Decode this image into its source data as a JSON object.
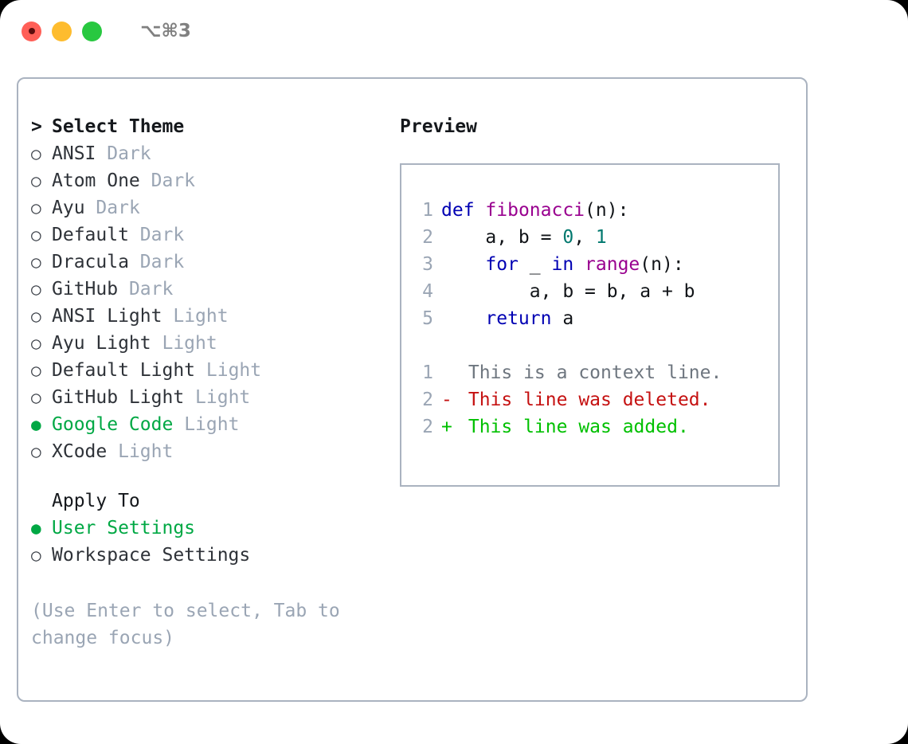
{
  "titlebar": {
    "shortcut": "⌥⌘3",
    "lights": [
      {
        "name": "close",
        "color": "#ff5f57"
      },
      {
        "name": "minimize",
        "color": "#febc2e"
      },
      {
        "name": "maximize",
        "color": "#28c840"
      }
    ]
  },
  "left": {
    "header_marker": ">",
    "header": "Select Theme",
    "themes": [
      {
        "marker": "○",
        "name": "ANSI",
        "kind": "Dark",
        "selected": false
      },
      {
        "marker": "○",
        "name": "Atom One",
        "kind": "Dark",
        "selected": false
      },
      {
        "marker": "○",
        "name": "Ayu",
        "kind": "Dark",
        "selected": false
      },
      {
        "marker": "○",
        "name": "Default",
        "kind": "Dark",
        "selected": false
      },
      {
        "marker": "○",
        "name": "Dracula",
        "kind": "Dark",
        "selected": false
      },
      {
        "marker": "○",
        "name": "GitHub",
        "kind": "Dark",
        "selected": false
      },
      {
        "marker": "○",
        "name": "ANSI Light",
        "kind": "Light",
        "selected": false
      },
      {
        "marker": "○",
        "name": "Ayu Light",
        "kind": "Light",
        "selected": false
      },
      {
        "marker": "○",
        "name": "Default Light",
        "kind": "Light",
        "selected": false
      },
      {
        "marker": "○",
        "name": "GitHub Light",
        "kind": "Light",
        "selected": false
      },
      {
        "marker": "●",
        "name": "Google Code",
        "kind": "Light",
        "selected": true
      },
      {
        "marker": "○",
        "name": "XCode",
        "kind": "Light",
        "selected": false
      }
    ],
    "apply_to": {
      "header": "Apply To",
      "options": [
        {
          "marker": "●",
          "label": "User Settings",
          "selected": true
        },
        {
          "marker": "○",
          "label": "Workspace Settings",
          "selected": false
        }
      ]
    },
    "hint": "(Use Enter to select, Tab to\nchange focus)"
  },
  "right": {
    "preview_title": "Preview",
    "code": [
      {
        "lineno": "1",
        "tokens": [
          {
            "t": "def",
            "c": "kw"
          },
          {
            "t": " ",
            "c": "pl"
          },
          {
            "t": "fibonacci",
            "c": "fn"
          },
          {
            "t": "(n):",
            "c": "pl"
          }
        ]
      },
      {
        "lineno": "2",
        "tokens": [
          {
            "t": "    a, b = ",
            "c": "pl"
          },
          {
            "t": "0",
            "c": "num"
          },
          {
            "t": ", ",
            "c": "pl"
          },
          {
            "t": "1",
            "c": "num"
          }
        ]
      },
      {
        "lineno": "3",
        "tokens": [
          {
            "t": "    ",
            "c": "pl"
          },
          {
            "t": "for",
            "c": "kw"
          },
          {
            "t": " _ ",
            "c": "pl"
          },
          {
            "t": "in",
            "c": "kw"
          },
          {
            "t": " ",
            "c": "pl"
          },
          {
            "t": "range",
            "c": "fn"
          },
          {
            "t": "(n):",
            "c": "pl"
          }
        ]
      },
      {
        "lineno": "4",
        "tokens": [
          {
            "t": "        a, b = b, a + b",
            "c": "pl"
          }
        ]
      },
      {
        "lineno": "5",
        "tokens": [
          {
            "t": "    ",
            "c": "pl"
          },
          {
            "t": "return",
            "c": "kw"
          },
          {
            "t": " a",
            "c": "pl"
          }
        ]
      }
    ],
    "diff": [
      {
        "lineno": "1",
        "sign": " ",
        "text": "This is a context line.",
        "kind": "context"
      },
      {
        "lineno": "2",
        "sign": "-",
        "text": "This line was deleted.",
        "kind": "del"
      },
      {
        "lineno": "2",
        "sign": "+",
        "text": "This line was added.",
        "kind": "add"
      }
    ]
  },
  "colors": {
    "accent_green": "#00a844",
    "muted": "#9aa5b4",
    "border": "#aab3c0",
    "keyword": "#0000b3",
    "function": "#99008f",
    "number": "#00786e",
    "diff_delete": "#c51111",
    "diff_add": "#00c000"
  }
}
